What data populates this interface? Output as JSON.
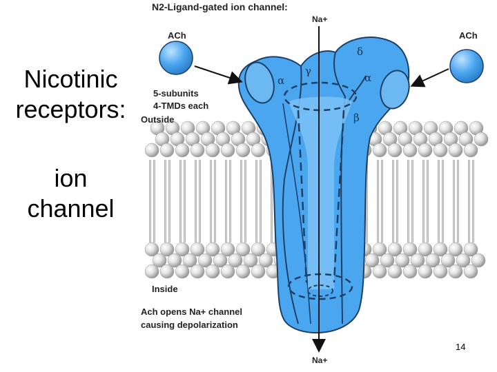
{
  "slide": {
    "title_line1": "Nicotinic",
    "title_line2": "receptors:",
    "subtitle_line1": "ion",
    "subtitle_line2": "channel",
    "page_number": "14"
  },
  "figure": {
    "heading": "N2-Ligand-gated ion channel:",
    "ligand_left": "ACh",
    "ligand_right": "ACh",
    "ion_top": "Na+",
    "ion_bottom": "Na+",
    "note_line1": "5-subunits",
    "note_line2": "4-TMDs each",
    "outside_label": "Outside",
    "inside_label": "Inside",
    "caption_line1": "Ach opens Na+ channel",
    "caption_line2": "causing depolarization",
    "subunits": [
      "α",
      "γ",
      "δ",
      "α",
      "β"
    ]
  },
  "colors": {
    "channel_fill": "#4aa6ef",
    "channel_outline": "#1d3f66",
    "ligand_fill": "#4aa6ef",
    "membrane_head": "#d8d8d8",
    "membrane_tail": "#bdbdbd"
  }
}
